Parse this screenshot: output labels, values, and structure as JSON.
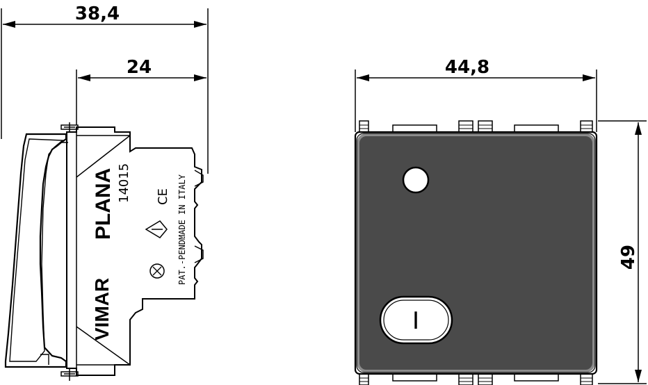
{
  "dimensions": {
    "side_total_width": "38,4",
    "side_body_width": "24",
    "front_width": "44,8",
    "front_height": "49"
  },
  "side_view": {
    "brand_product": "PLANA",
    "brand_maker": "VIMAR",
    "model_number": "14015",
    "ce_mark": "CE",
    "made_in": "MADE IN ITALY",
    "patent": "PAT.-PEND."
  },
  "front_view": {
    "on_symbol": "I"
  },
  "colors": {
    "face_fill": "#4a4a4a",
    "face_border": "#8c8c8c",
    "line": "#000000"
  }
}
